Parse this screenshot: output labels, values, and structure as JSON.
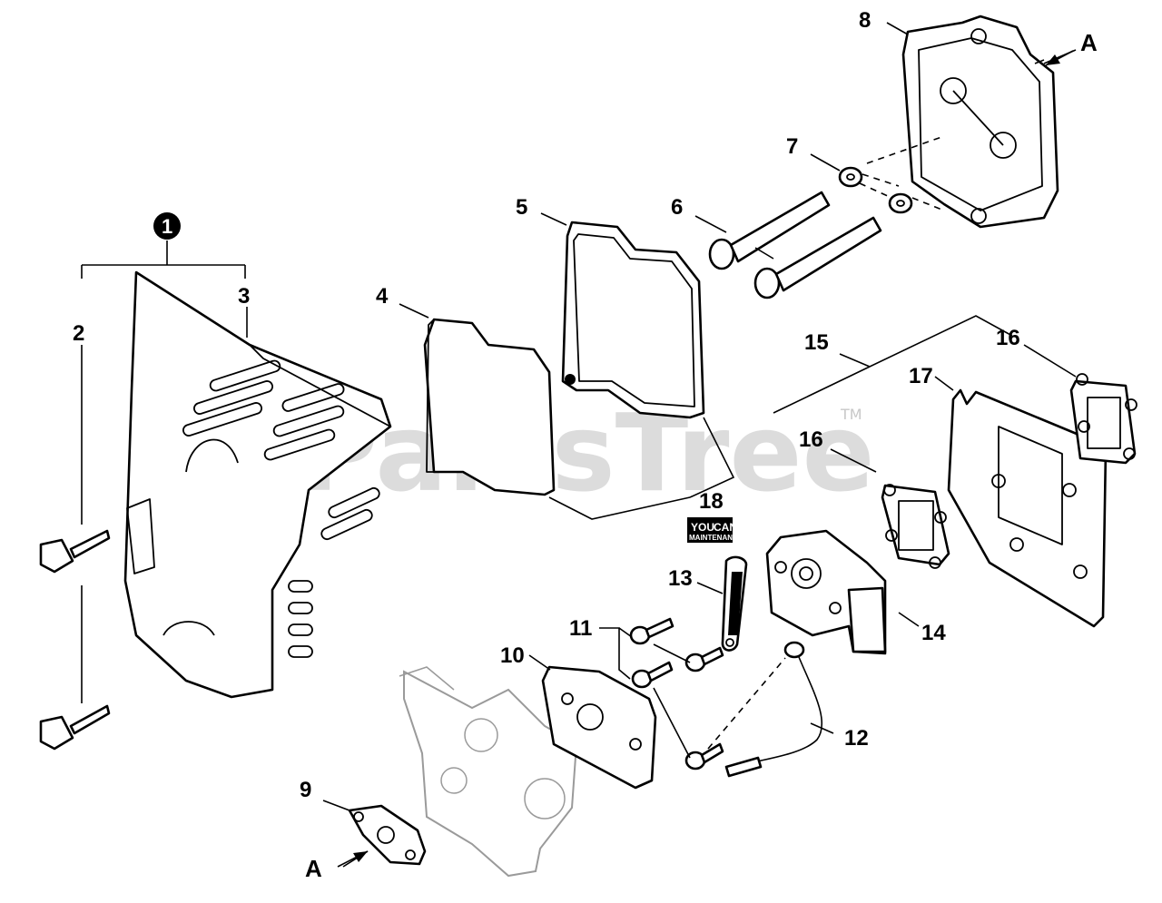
{
  "watermark": {
    "text": "PartsTree",
    "trademark": "TM"
  },
  "group_marker": "1",
  "reference_labels": {
    "top_right": "A",
    "bottom_left": "A"
  },
  "callouts": {
    "c2": "2",
    "c3": "3",
    "c4": "4",
    "c5": "5",
    "c6": "6",
    "c7": "7",
    "c8": "8",
    "c9": "9",
    "c10": "10",
    "c11": "11",
    "c12": "12",
    "c13": "13",
    "c14": "14",
    "c15": "15",
    "c16a": "16",
    "c16b": "16",
    "c17": "17",
    "c18": "18"
  },
  "kit_badge": {
    "line1": "YOU",
    "line2": "CAN",
    "line3": "MAINTENANCE KIT"
  }
}
